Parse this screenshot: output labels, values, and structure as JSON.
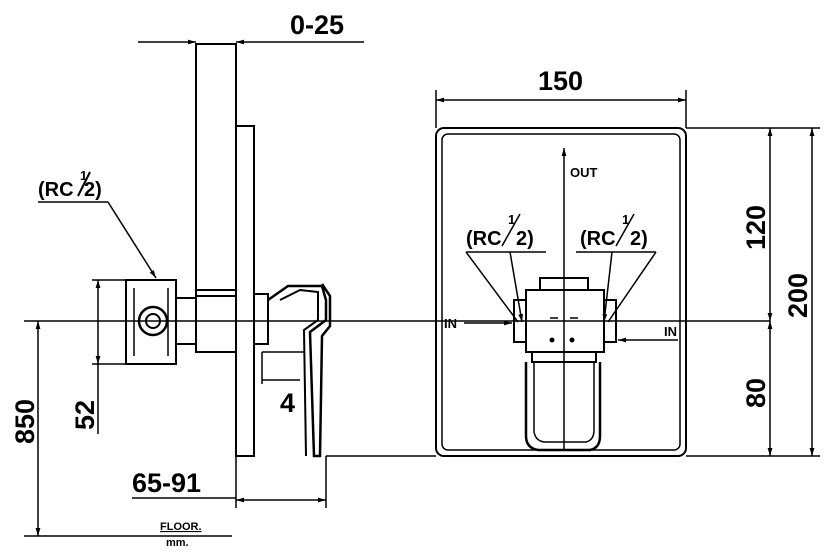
{
  "dimensions": {
    "wall_adjust": "0-25",
    "plate_width": "150",
    "plate_height": "200",
    "upper_to_center": "120",
    "lower_to_center": "80",
    "floor_to_center": "850",
    "body_offset": "52",
    "handle_gap": "4",
    "depth_range": "65-91"
  },
  "labels": {
    "thread_side_prefix": "(RC",
    "thread_side_num": "1",
    "thread_side_den": "2)",
    "thread_left_prefix": "(RC",
    "thread_left_num": "1",
    "thread_left_den": "2)",
    "thread_right_prefix": "(RC",
    "thread_right_num": "1",
    "thread_right_den": "2)",
    "out": "OUT",
    "in_left": "IN",
    "in_right": "IN",
    "floor": "FLOOR.",
    "unit": "mm."
  }
}
